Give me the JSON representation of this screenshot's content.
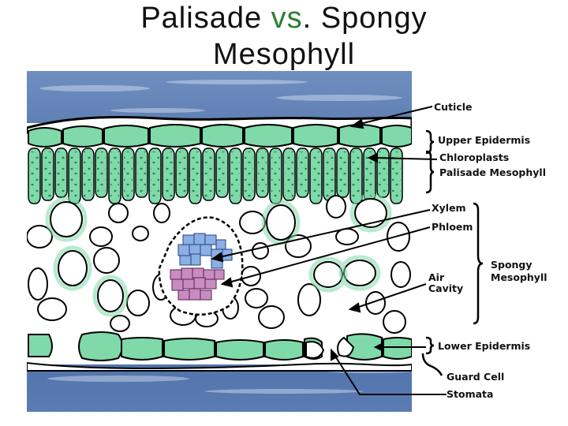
{
  "title": {
    "part1": "Palisade ",
    "vs": "vs",
    "part2": ". Spongy",
    "line2": "Mesophyll"
  },
  "colors": {
    "vs": "#2e7d32",
    "sky": "#3e5f9a",
    "cell_green": "#7fd9a9",
    "chloroplast": "#1f8a5a",
    "xylem": "#8ab0e6",
    "phloem": "#c98cc0"
  },
  "labels": {
    "cuticle": "Cuticle",
    "upper_epidermis": "Upper Epidermis",
    "chloroplasts": "Chloroplasts",
    "palisade_mesophyll": "Palisade Mesophyll",
    "xylem": "Xylem",
    "phloem": "Phloem",
    "spongy_line1": "Spongy",
    "spongy_line2": "Mesophyll",
    "air_line1": "Air",
    "air_line2": "Cavity",
    "lower_epidermis": "Lower Epidermis",
    "guard_cell": "Guard Cell",
    "stomata": "Stomata"
  }
}
